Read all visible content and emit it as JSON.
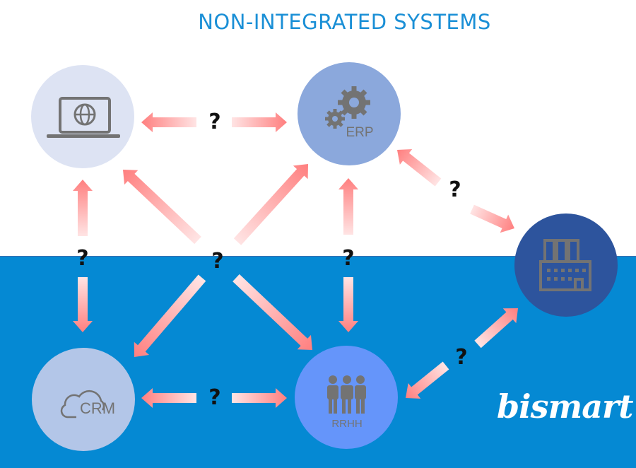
{
  "title": "NON-INTEGRATED SYSTEMS",
  "nodes": [
    {
      "id": "web",
      "label": "",
      "icon": "laptop-globe-icon",
      "color": "#dde3f3"
    },
    {
      "id": "erp",
      "label": "ERP",
      "icon": "gears-icon",
      "color": "#8ba8dc"
    },
    {
      "id": "factory",
      "label": "",
      "icon": "factory-icon",
      "color": "#2d549d"
    },
    {
      "id": "crm",
      "label": "CRM",
      "icon": "cloud-icon",
      "color": "#b3c6e8"
    },
    {
      "id": "rrhh",
      "label": "RRHH",
      "icon": "people-icon",
      "color": "#6595fa"
    }
  ],
  "connections": [
    {
      "from": "web",
      "to": "erp",
      "label": "?"
    },
    {
      "from": "erp",
      "to": "factory",
      "label": "?"
    },
    {
      "from": "web",
      "to": "crm",
      "label": "?"
    },
    {
      "from": "erp",
      "to": "rrhh",
      "label": "?"
    },
    {
      "from": "center",
      "to": "web/erp/crm/rrhh",
      "label": "?"
    },
    {
      "from": "crm",
      "to": "rrhh",
      "label": "?"
    },
    {
      "from": "rrhh",
      "to": "factory",
      "label": "?"
    }
  ],
  "colors": {
    "title": "#1a8fd6",
    "sea": "#0589d3",
    "arrow_strong": "#ff7f7f",
    "arrow_light": "#ffe4e4",
    "icon": "#737373"
  },
  "brand": "bismart"
}
